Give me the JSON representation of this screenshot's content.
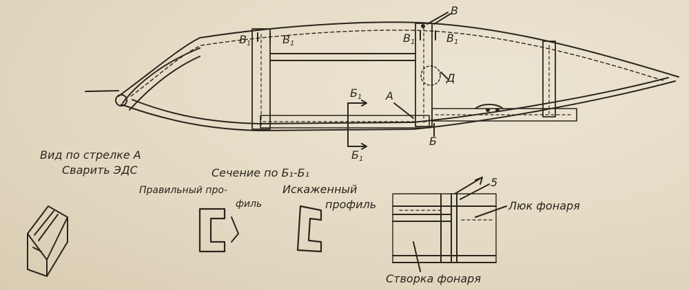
{
  "labels": {
    "b1_left_a": "B",
    "b1_left_b": "B",
    "b1_right_a": "B",
    "b1_right_b": "B",
    "sub_1": "1",
    "v_top": "B",
    "d": "Д",
    "a": "А",
    "b": "Б",
    "b1_upper": "Б",
    "b1_lower": "Б",
    "view_line1": "Вид по стрелке А",
    "view_line2": "Сварить ЭДС",
    "section_title": "Сечение по Б₁-Б₁",
    "correct_line1": "Правильный про-",
    "correct_line2": "филь",
    "distorted_line1": "Искаженный",
    "distorted_line2": "профиль",
    "dim_5": "5",
    "hatch": "Люк фонаря",
    "sash": "Створка фонаря"
  },
  "colors": {
    "ink": "#2b241c",
    "paper": "#e7dfcb"
  }
}
